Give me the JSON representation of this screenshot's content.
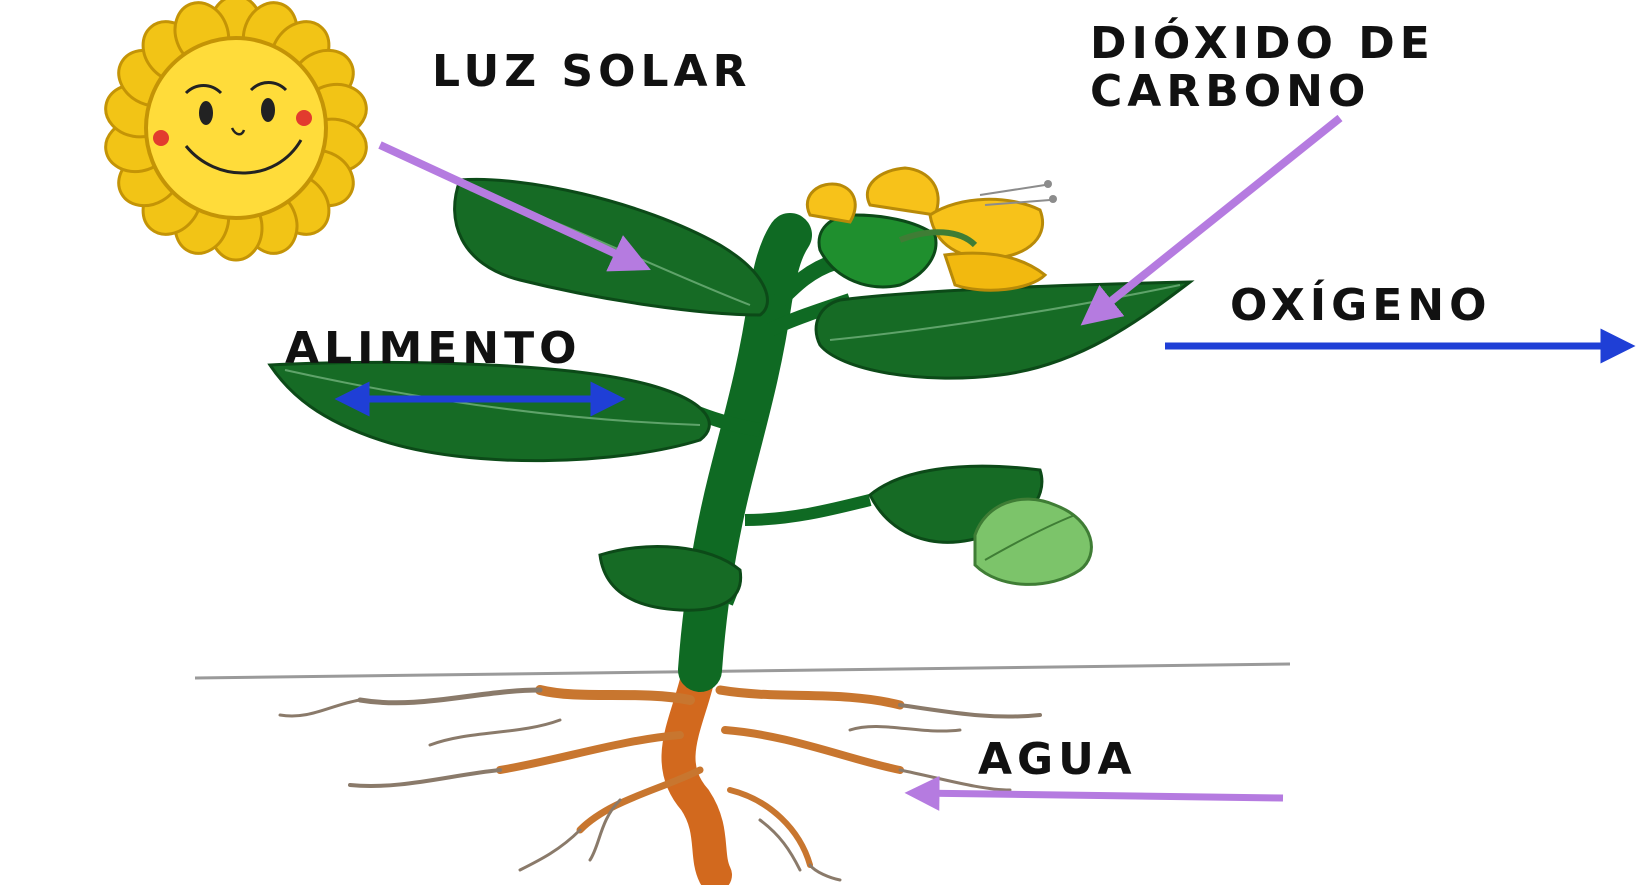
{
  "labels": {
    "sunlight": "LUZ SOLAR",
    "carbon_dioxide_line1": "DIÓXIDO DE",
    "carbon_dioxide_line2": "CARBONO",
    "oxygen": "OXÍGENO",
    "food": "ALIMENTO",
    "water": "AGUA"
  },
  "colors": {
    "input_arrow": "#b57be0",
    "output_arrow": "#1f3fd6",
    "leaf": "#166b25",
    "stem": "#0f6a23",
    "root": "#d2691e",
    "sun_petal": "#f2c416",
    "sun_face": "#ffdc3a",
    "flower": "#f7c21a"
  },
  "icons": [
    "sun-icon",
    "plant-icon",
    "flower-icon",
    "roots-icon"
  ]
}
